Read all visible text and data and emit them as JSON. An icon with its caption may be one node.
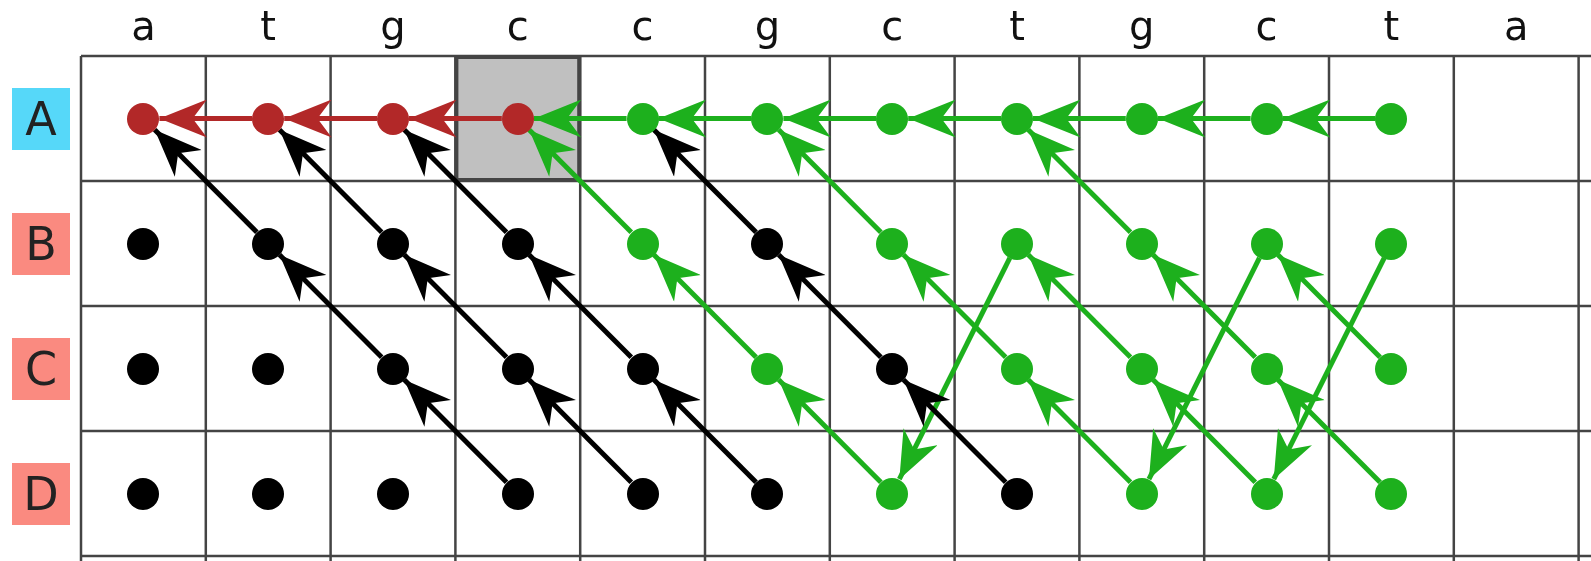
{
  "diagram": {
    "nodes": [
      {
        "text": [
          "A"
        ]
      },
      {
        "text": [
          "B"
        ]
      },
      {
        "text": [
          "C"
        ]
      },
      {
        "text": [
          "D"
        ]
      },
      {
        "text": [],
        "shape": "circle"
      },
      {
        "text": [],
        "shape": "circle"
      },
      {
        "text": [],
        "shape": "circle"
      },
      {
        "text": [],
        "shape": "circle"
      },
      {
        "text": [],
        "shape": "circle"
      },
      {
        "text": [],
        "shape": "circle"
      },
      {
        "text": [],
        "shape": "circle"
      },
      {
        "text": [],
        "shape": "circle"
      },
      {
        "text": [],
        "shape": "circle"
      },
      {
        "text": [],
        "shape": "circle"
      },
      {
        "text": [],
        "shape": "circle"
      },
      {
        "text": [],
        "shape": "circle"
      },
      {
        "text": [],
        "shape": "circle"
      },
      {
        "text": [],
        "shape": "circle"
      },
      {
        "text": [],
        "shape": "circle"
      },
      {
        "text": [],
        "shape": "circle"
      },
      {
        "text": [],
        "shape": "circle"
      },
      {
        "text": [],
        "shape": "circle"
      },
      {
        "text": [],
        "shape": "circle"
      },
      {
        "text": [],
        "shape": "circle"
      },
      {
        "text": [],
        "shape": "circle"
      },
      {
        "text": [],
        "shape": "circle"
      },
      {
        "text": [],
        "shape": "circle"
      },
      {
        "text": [],
        "shape": "circle"
      },
      {
        "text": [],
        "shape": "circle"
      },
      {
        "text": [],
        "shape": "circle"
      },
      {
        "text": [],
        "shape": "circle"
      },
      {
        "text": [],
        "shape": "circle"
      },
      {
        "text": [],
        "shape": "circle"
      },
      {
        "text": [],
        "shape": "circle"
      },
      {
        "text": [],
        "shape": "circle"
      },
      {
        "text": [],
        "shape": "circle"
      },
      {
        "text": [],
        "shape": "circle"
      },
      {
        "text": [],
        "shape": "circle"
      },
      {
        "text": [],
        "shape": "circle"
      },
      {
        "text": [],
        "shape": "circle"
      },
      {
        "text": [],
        "shape": "circle"
      },
      {
        "text": [],
        "shape": "circle"
      },
      {
        "text": [],
        "shape": "circle"
      },
      {
        "text": [],
        "shape": "circle"
      },
      {
        "text": [],
        "shape": "circle"
      },
      {
        "text": [],
        "shape": "circle"
      },
      {
        "text": [],
        "shape": "circle"
      },
      {
        "text": [],
        "shape": "circle"
      }
    ],
    "edges": [
      {
        "from": 5,
        "to": 4,
        "arrow": "to",
        "color": "#b22828"
      },
      {
        "from": 6,
        "to": 5,
        "arrow": "to",
        "color": "#b22828"
      },
      {
        "from": 7,
        "to": 6,
        "arrow": "to",
        "color": "#b22828"
      },
      {
        "from": 8,
        "to": 7,
        "arrow": "to"
      },
      {
        "from": 9,
        "to": 8,
        "arrow": "to"
      },
      {
        "from": 10,
        "to": 9,
        "arrow": "to"
      },
      {
        "from": 11,
        "to": 10,
        "arrow": "to"
      },
      {
        "from": 12,
        "to": 11,
        "arrow": "to"
      },
      {
        "from": 13,
        "to": 12,
        "arrow": "to"
      },
      {
        "from": 14,
        "to": 13,
        "arrow": "to"
      },
      {
        "from": 16,
        "to": 4,
        "arrow": "to",
        "color": "#000000"
      },
      {
        "from": 17,
        "to": 5,
        "arrow": "to",
        "color": "#000000"
      },
      {
        "from": 18,
        "to": 6,
        "arrow": "to",
        "color": "#000000"
      },
      {
        "from": 19,
        "to": 7,
        "arrow": "to"
      },
      {
        "from": 20,
        "to": 8,
        "arrow": "to",
        "color": "#000000"
      },
      {
        "from": 21,
        "to": 9,
        "arrow": "to"
      },
      {
        "from": 23,
        "to": 11,
        "arrow": "to"
      },
      {
        "from": 22,
        "to": 43,
        "arrow": "to"
      },
      {
        "from": 24,
        "to": 45,
        "arrow": "to"
      },
      {
        "from": 25,
        "to": 46,
        "arrow": "to"
      },
      {
        "from": 28,
        "to": 16,
        "arrow": "to",
        "color": "#000000"
      },
      {
        "from": 29,
        "to": 17,
        "arrow": "to",
        "color": "#000000"
      },
      {
        "from": 30,
        "to": 18,
        "arrow": "to",
        "color": "#000000"
      },
      {
        "from": 31,
        "to": 19,
        "arrow": "to"
      },
      {
        "from": 32,
        "to": 20,
        "arrow": "to",
        "color": "#000000"
      },
      {
        "from": 33,
        "to": 21,
        "arrow": "to"
      },
      {
        "from": 34,
        "to": 22,
        "arrow": "to"
      },
      {
        "from": 35,
        "to": 23,
        "arrow": "to"
      },
      {
        "from": 36,
        "to": 24,
        "arrow": "to"
      },
      {
        "from": 40,
        "to": 28,
        "arrow": "to",
        "color": "#000000"
      },
      {
        "from": 41,
        "to": 29,
        "arrow": "to",
        "color": "#000000"
      },
      {
        "from": 42,
        "to": 30,
        "arrow": "to",
        "color": "#000000"
      },
      {
        "from": 43,
        "to": 31,
        "arrow": "to"
      },
      {
        "from": 44,
        "to": 32,
        "arrow": "to",
        "color": "#000000"
      },
      {
        "from": 45,
        "to": 33,
        "arrow": "to"
      },
      {
        "from": 46,
        "to": 34,
        "arrow": "to"
      },
      {
        "from": 47,
        "to": 35,
        "arrow": "to"
      }
    ],
    "labels": [
      "a",
      "t",
      "g",
      "c",
      "c",
      "g",
      "c",
      "t",
      "g",
      "c",
      "t",
      "a"
    ]
  }
}
